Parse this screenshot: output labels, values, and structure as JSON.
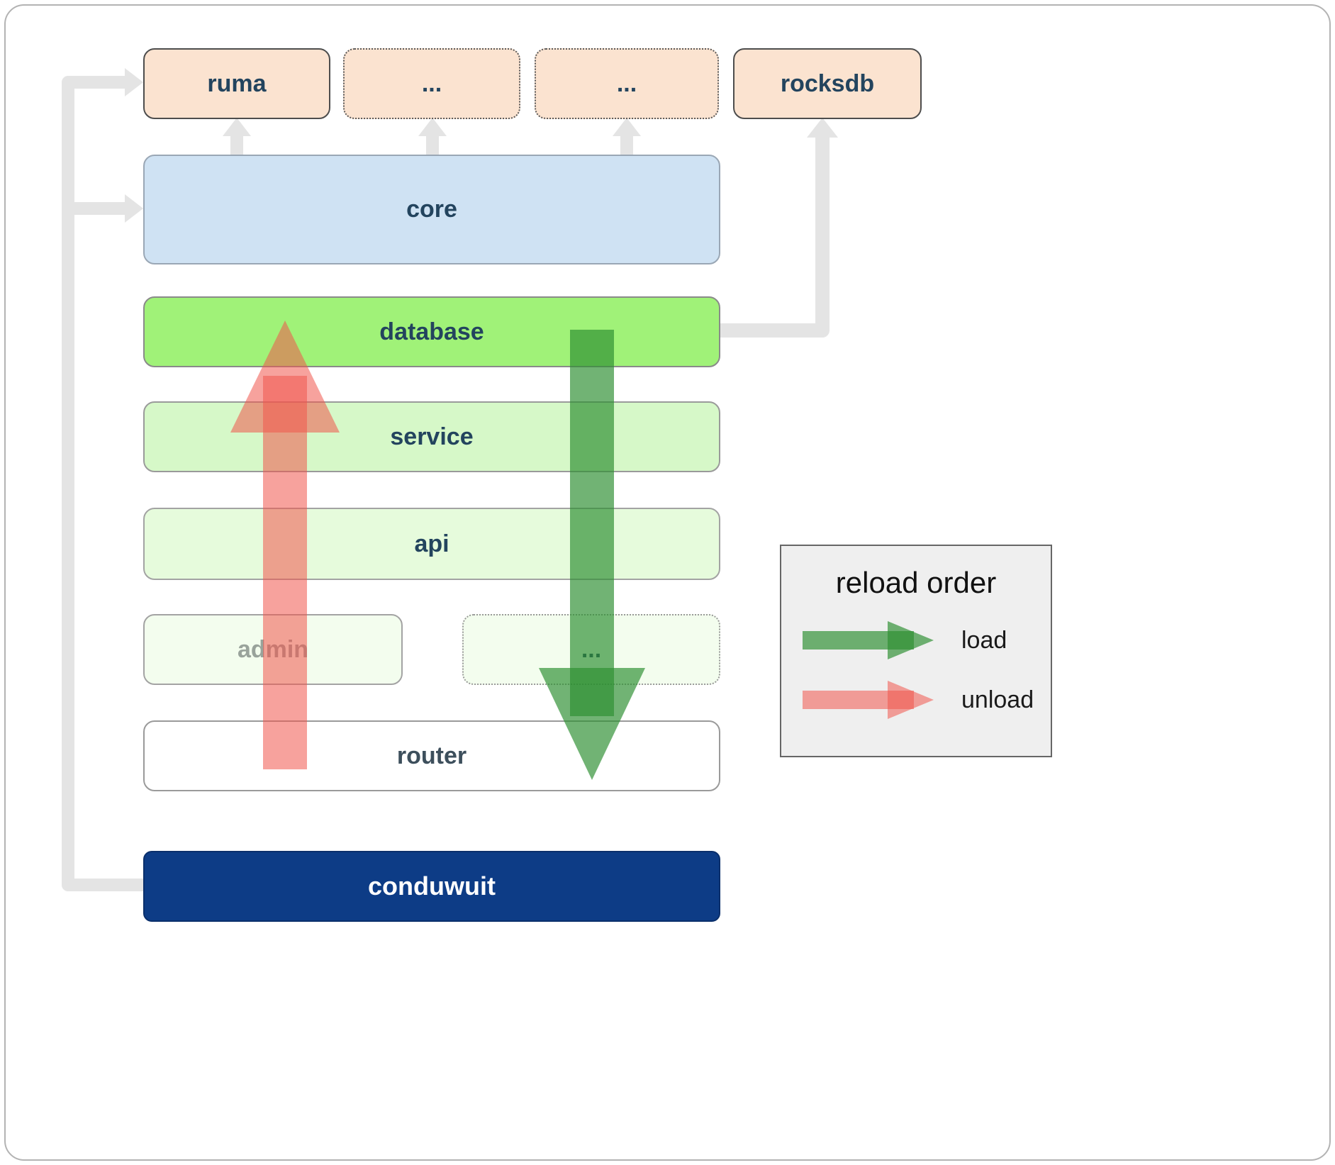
{
  "nodes": {
    "ruma": "ruma",
    "ellipsis1": "...",
    "ellipsis2": "...",
    "rocksdb": "rocksdb",
    "core": "core",
    "database": "database",
    "service": "service",
    "api": "api",
    "admin": "admin",
    "ellipsis3": "...",
    "router": "router",
    "conduwuit": "conduwuit"
  },
  "legend": {
    "title": "reload order",
    "load_label": "load",
    "unload_label": "unload"
  },
  "colors": {
    "peach_box": "#fbe3d0",
    "core_blue": "#cfe2f3",
    "database_green": "#a0f278",
    "service_green": "#d6f8c8",
    "api_green": "#e6fbdc",
    "admin_green": "#f3fdee",
    "conduwuit_navy": "#0d3c86",
    "load_arrow_green": "#2e8f32",
    "unload_arrow_red": "#f0564d",
    "connector_gray": "#e4e4e4"
  }
}
